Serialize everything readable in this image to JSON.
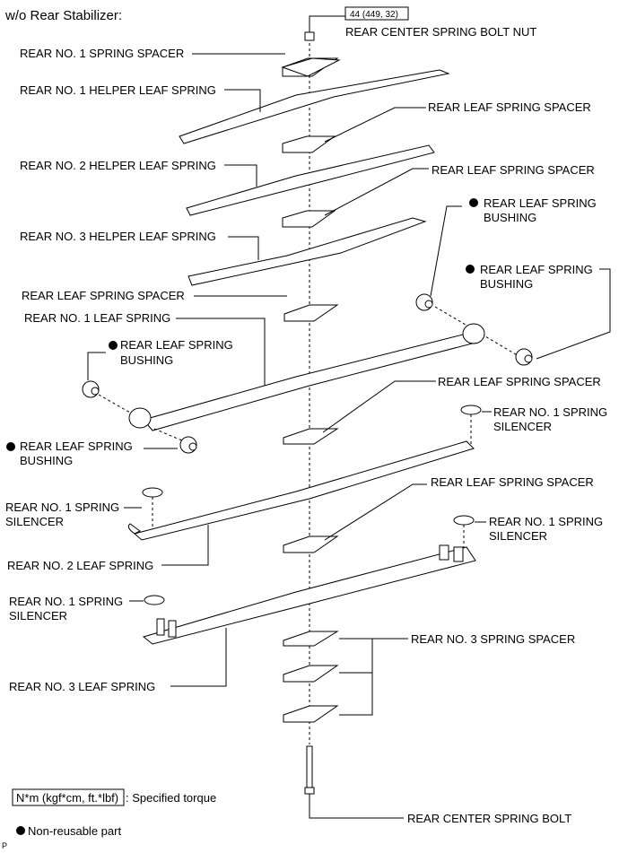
{
  "title": "w/o Rear Stabilizer:",
  "torque": "44 (449, 32)",
  "labels": {
    "center_bolt_nut": "REAR CENTER SPRING BOLT NUT",
    "no1_spring_spacer": "REAR NO. 1 SPRING SPACER",
    "no1_helper_leaf": "REAR NO. 1 HELPER LEAF SPRING",
    "leaf_spacer_1": "REAR LEAF SPRING SPACER",
    "no2_helper_leaf": "REAR NO. 2 HELPER LEAF SPRING",
    "leaf_spacer_2": "REAR LEAF SPRING SPACER",
    "no3_helper_leaf": "REAR NO. 3 HELPER LEAF SPRING",
    "bushing_1_a": "REAR LEAF SPRING",
    "bushing_1_b": "BUSHING",
    "bushing_2_a": "REAR LEAF SPRING",
    "bushing_2_b": "BUSHING",
    "leaf_spacer_3": "REAR LEAF SPRING SPACER",
    "no1_leaf": "REAR NO. 1 LEAF SPRING",
    "bushing_3_a": "REAR LEAF SPRING",
    "bushing_3_b": "BUSHING",
    "leaf_spacer_4": "REAR LEAF SPRING SPACER",
    "silencer_1_a": "REAR NO. 1 SPRING",
    "silencer_1_b": "SILENCER",
    "bushing_4_a": "REAR LEAF SPRING",
    "bushing_4_b": "BUSHING",
    "silencer_2_a": "REAR NO. 1 SPRING",
    "silencer_2_b": "SILENCER",
    "leaf_spacer_5": "REAR LEAF SPRING SPACER",
    "silencer_3_a": "REAR NO. 1 SPRING",
    "silencer_3_b": "SILENCER",
    "no2_leaf": "REAR NO. 2 LEAF SPRING",
    "silencer_4_a": "REAR NO. 1 SPRING",
    "silencer_4_b": "SILENCER",
    "no3_spring_spacer": "REAR NO. 3 SPRING SPACER",
    "no3_leaf": "REAR NO. 3 LEAF SPRING",
    "center_bolt": "REAR CENTER SPRING BOLT"
  },
  "legend": {
    "torque_unit": "N*m (kgf*cm, ft.*lbf)",
    "torque_desc": ": Specified torque",
    "nonreusable": "Non-reusable part"
  },
  "footer": "P"
}
